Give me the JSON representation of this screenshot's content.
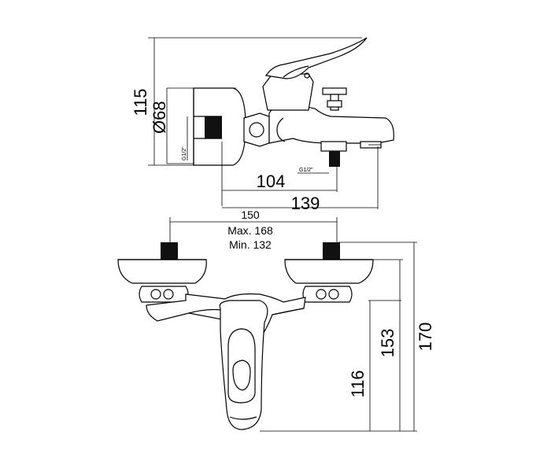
{
  "side_view": {
    "height_115": "115",
    "diameter_68": "68",
    "diameter_symbol": "Ø",
    "thread_left": "G1/2\"",
    "thread_right": "G1/2\"",
    "length_104": "104",
    "length_139": "139"
  },
  "front_view": {
    "center_distance": "150",
    "max_label": "Max. 168",
    "min_label": "Min. 132",
    "height_116": "116",
    "height_153": "153",
    "height_170": "170"
  }
}
